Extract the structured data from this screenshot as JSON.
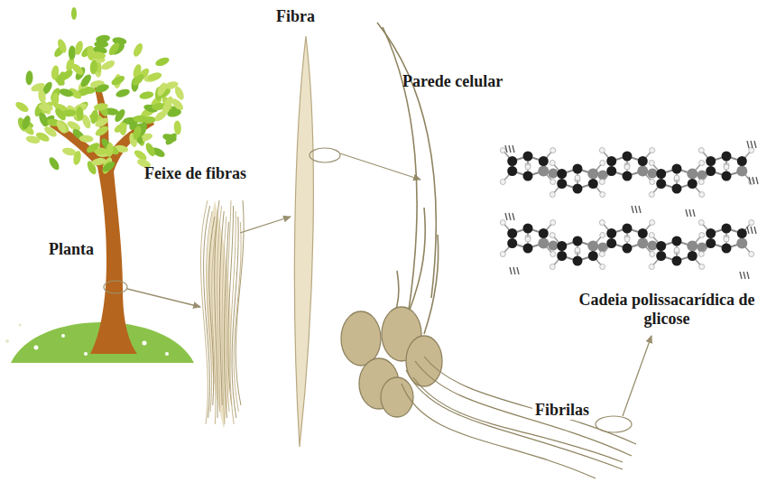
{
  "diagram": {
    "labels": [
      "Planta",
      "Feixe de fibras",
      "Fibra",
      "Parede celular",
      "Cadeia polissacarídica de glicose",
      "Fibrilas"
    ]
  }
}
